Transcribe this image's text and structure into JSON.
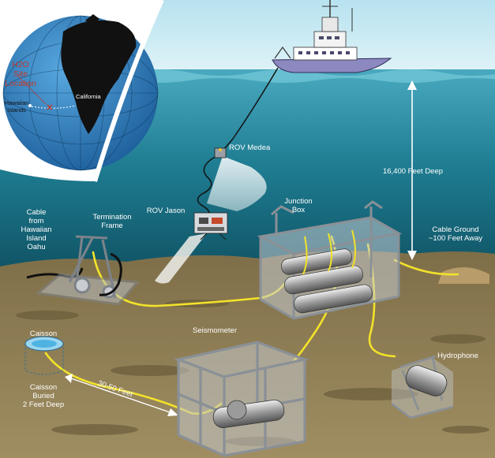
{
  "globe": {
    "site_label": [
      "H2O",
      "Site",
      "Location"
    ],
    "state_label": "California",
    "islands_label": [
      "Hawaiian",
      "Islands"
    ]
  },
  "labels": {
    "rov_medea": "ROV Medea",
    "rov_jason": "ROV Jason",
    "depth": "16,400 Feet Deep",
    "junction_box": [
      "Junction",
      "Box"
    ],
    "termination_frame": [
      "Termination",
      "Frame"
    ],
    "cable_from": [
      "Cable",
      "from",
      "Hawaiian",
      "Island",
      "Oahu"
    ],
    "cable_ground": [
      "Cable Ground",
      "~100 Feet Away"
    ],
    "caisson": "Caisson",
    "caisson_buried": [
      "Caisson",
      "Buried",
      "2 Feet Deep"
    ],
    "distance": "30-50 Feet",
    "seismometer": "Seismometer",
    "hydrophone": "Hydrophone"
  },
  "colors": {
    "sky": "#c4e8f2",
    "ocean_top": "#3f9fb6",
    "ocean_deep": "#0f5566",
    "seafloor": "#8a7a55",
    "cable": "#f2e22a",
    "frame": "#9aa0a6",
    "land": "#111111",
    "globe_ocean": "#2f86c6",
    "site_marker": "#c0392b"
  }
}
